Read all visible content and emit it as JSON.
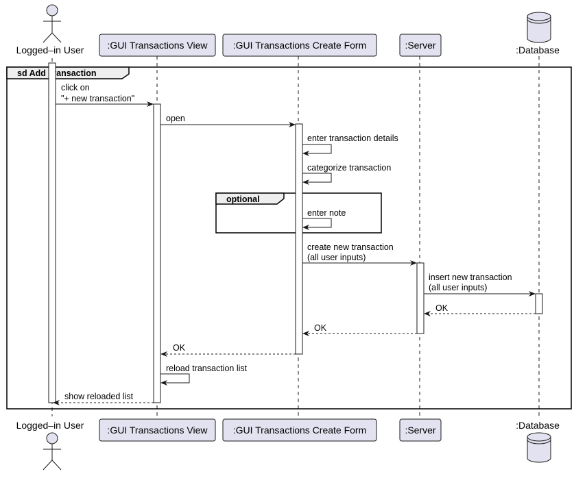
{
  "diagram": {
    "frame_label": "sd Add Transaction",
    "optional_label": "optional",
    "participants": {
      "user": ":Logged–in User",
      "view": ":GUI Transactions View",
      "form": ":GUI Transactions Create Form",
      "server": ":Server",
      "database": ":Database"
    },
    "participant_labels": {
      "user": "Logged–in User",
      "view": ":GUI Transactions View",
      "form": ":GUI Transactions Create Form",
      "server": ":Server",
      "database": ":Database"
    },
    "messages": {
      "m1_line1": "click on",
      "m1_line2": "\"+ new transaction\"",
      "m2": "open",
      "m3": "enter transaction details",
      "m4": "categorize transaction",
      "m5": "enter note",
      "m6_line1": "create new transaction",
      "m6_line2": "(all user inputs)",
      "m7_line1": "insert new transaction",
      "m7_line2": "(all user inputs)",
      "m8": "OK",
      "m9": "OK",
      "m10": "OK",
      "m11": "reload transaction list",
      "m12": "show reloaded list"
    },
    "colors": {
      "participant_fill": "#E2E2F0",
      "participant_border": "#181818",
      "frame_header_fill": "#EEEEEE",
      "activation_fill": "#FFFFFF"
    }
  }
}
